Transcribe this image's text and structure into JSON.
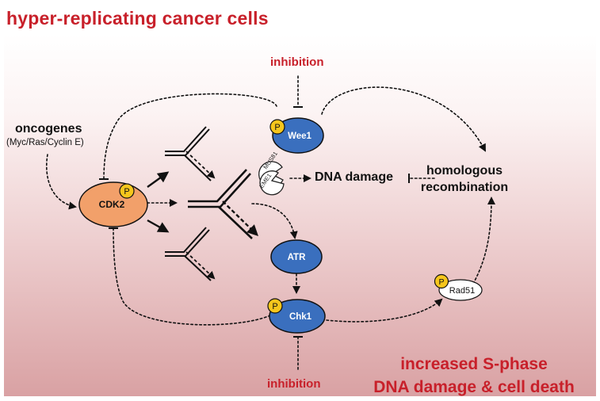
{
  "title": "hyper-replicating cancer cells",
  "inhibition_top": "inhibition",
  "inhibition_bottom": "inhibition",
  "oncogenes": {
    "label": "oncogenes",
    "sub": "(Myc/Ras/Cyclin E)"
  },
  "nodes": {
    "cdk2": "CDK2",
    "wee1": "Wee1",
    "atr": "ATR",
    "chk1": "Chk1",
    "rad51": "Rad51",
    "mus81": "MUS81",
    "eme1": "EME1",
    "phospho": "P"
  },
  "dna_damage": "DNA damage",
  "homologous_recombination": [
    "homologous",
    "recombination"
  ],
  "outcome": [
    "increased S-phase",
    "DNA damage & cell death"
  ],
  "colors": {
    "title_red": "#c8202a",
    "node_blue": "#3a6fbe",
    "cdk2_orange": "#f2a06a",
    "phospho_yellow": "#f6c61c",
    "bg_bottom": "#d9a1a3"
  }
}
